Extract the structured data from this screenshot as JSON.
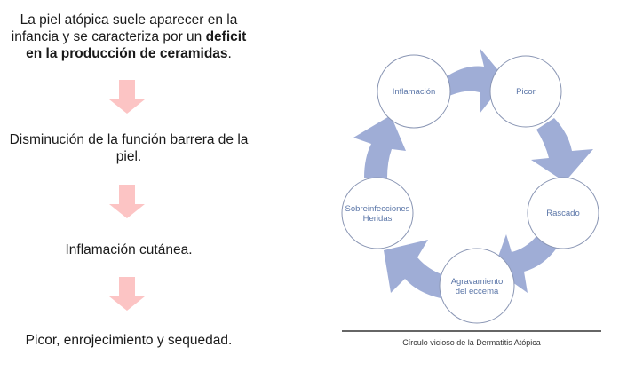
{
  "left_flow": {
    "steps": [
      {
        "line1": "La piel atópica suele aparecer en la",
        "line2_pre": "infancia y se caracteriza por un ",
        "line2_bold": "deficit",
        "line3_bold": "en la producción de ceramidas",
        "line3_post": "."
      },
      {
        "line1": "Disminución de la función barrera de la",
        "line2": "piel."
      },
      {
        "line1": "Inflamación cutánea."
      },
      {
        "line1": "Picor, enrojecimiento y sequedad."
      }
    ],
    "arrow_color": "#fcc4c4",
    "arrow_icon": "down-arrow-icon"
  },
  "cycle_diagram": {
    "nodes": [
      {
        "label": "Inflamación"
      },
      {
        "label": "Picor"
      },
      {
        "label": "Rascado"
      },
      {
        "label_line1": "Agravamiento",
        "label_line2": "del eccema"
      },
      {
        "label_line1": "Sobreinfecciones",
        "label_line2": "Heridas"
      }
    ],
    "arrow_color": "#9fadd6",
    "node_stroke": "#8a96b4",
    "label_color": "#5b76a8",
    "caption": "Círculo vicioso de la Dermatitis Atópica"
  }
}
